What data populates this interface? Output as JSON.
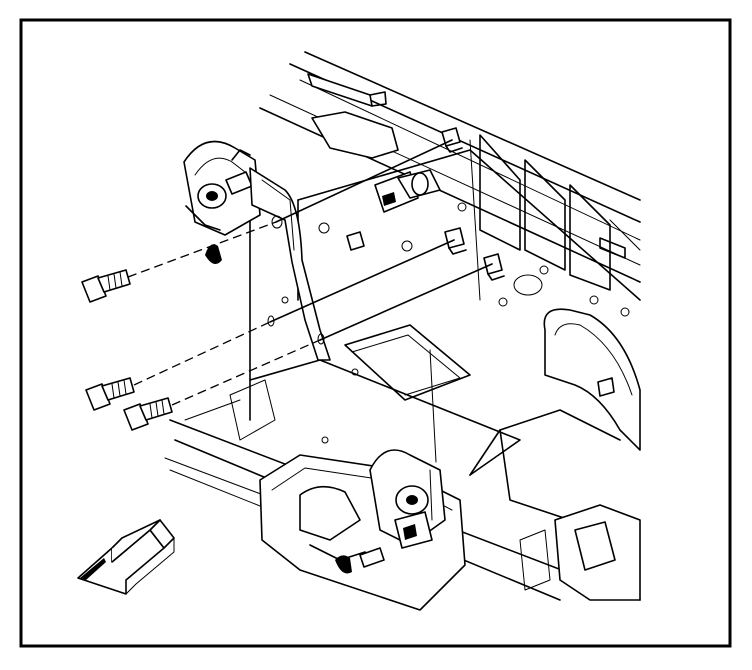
{
  "figure": {
    "kind": "exploded-view line illustration",
    "parts": [
      "bracket",
      "bolt",
      "bolt",
      "bolt",
      "mount",
      "frame"
    ],
    "direction_arrow": "front-arrow-icon",
    "colors": {
      "line": "#000000",
      "background": "#ffffff"
    }
  }
}
